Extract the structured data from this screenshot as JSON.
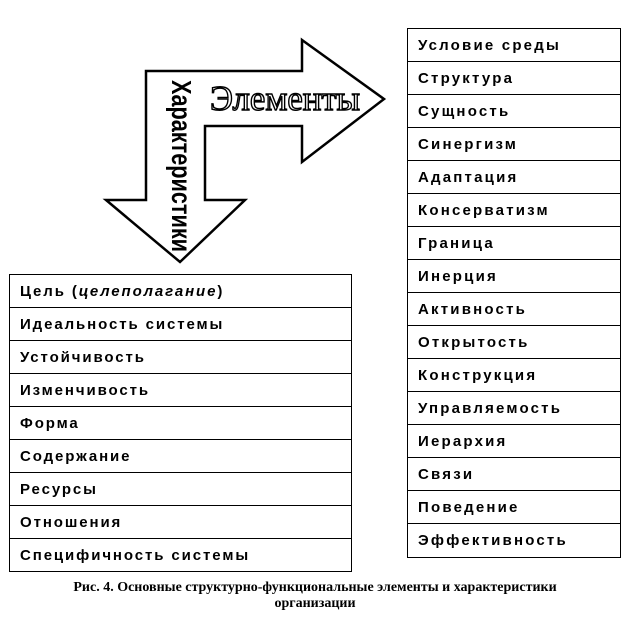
{
  "arrow": {
    "horizontal_label": "Элементы",
    "vertical_label": "Характеристики"
  },
  "elements_list": [
    "Условие среды",
    "Структура",
    "Сущность",
    "Синергизм",
    "Адаптация",
    "Консерватизм",
    "Граница",
    "Инерция",
    "Активность",
    "Открытость",
    "Конструкция",
    "Управляемость",
    "Иерархия",
    "Связи",
    "Поведение",
    "Эффективность"
  ],
  "characteristics_list": {
    "first": {
      "prefix": "Цель (",
      "italic": "целеполагание",
      "suffix": ")"
    },
    "items": [
      "Идеальность системы",
      "Устойчивость",
      "Изменчивость",
      "Форма",
      "Содержание",
      "Ресурсы",
      "Отношения",
      "Специфичность системы"
    ]
  },
  "caption": {
    "line1": "Рис. 4. Основные структурно-функциональные элементы и характеристики",
    "line2": "организации"
  }
}
